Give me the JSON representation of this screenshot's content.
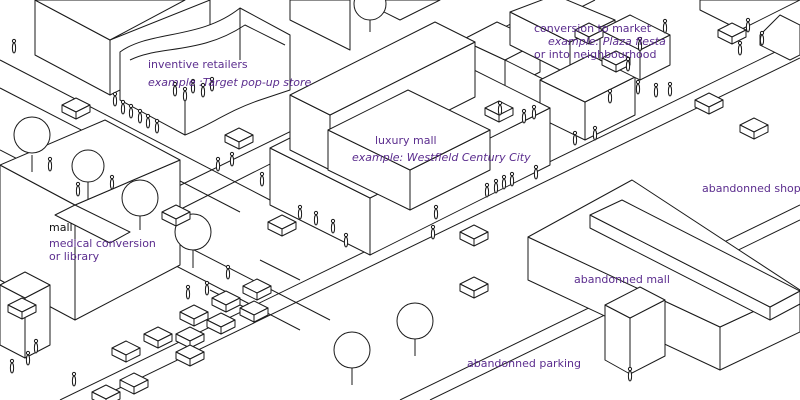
{
  "colors": {
    "line": "#1a1a1a",
    "fill": "#ffffff",
    "label": "#5b2d8e",
    "label_dark": "#111111"
  },
  "labels": {
    "inventive_title": "inventive retailers",
    "inventive_example": "example :Target pop-up store",
    "conversion_title": "conversion to market",
    "conversion_example": "example: Plaza fiesta",
    "conversion_alt": "or into neighbourhood",
    "luxury_title": "luxury mall",
    "luxury_example": "example: Westfield Century City",
    "mall_title": "mall",
    "mall_conv_1": "medical conversion",
    "mall_conv_2": "or library",
    "abandoned_shops": "abandonned shops",
    "abandoned_mall": "abandonned mall",
    "abandoned_parking": "abandonned parking"
  }
}
